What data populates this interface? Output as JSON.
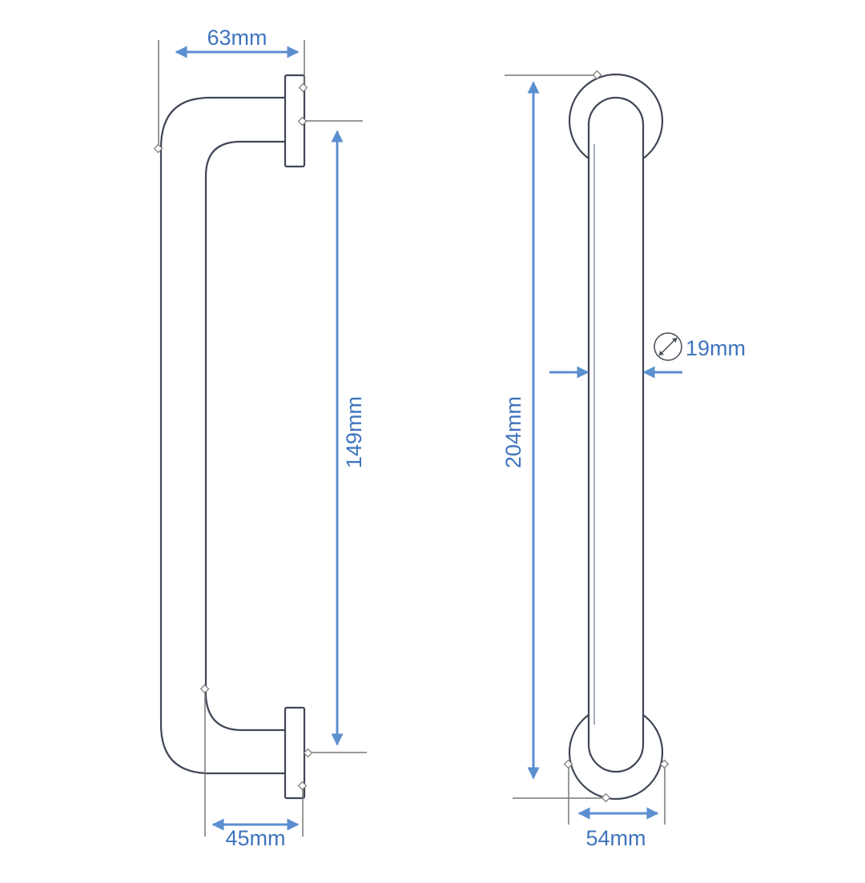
{
  "side_view": {
    "dimensions": {
      "projection": "63mm",
      "fixing_centres": "149mm",
      "standoff": "45mm"
    }
  },
  "front_view": {
    "dimensions": {
      "overall_length": "204mm",
      "bar_diameter": "19mm",
      "rose_diameter": "54mm"
    }
  },
  "colors": {
    "dimension": "#5b8fd0",
    "label": "#3f74bd",
    "outline": "#3f4656",
    "extension_line": "#777777"
  },
  "icons": {
    "diameter_symbol": "diameter-icon"
  }
}
